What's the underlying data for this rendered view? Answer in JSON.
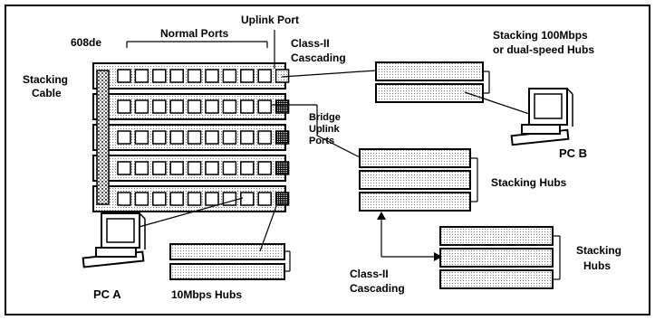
{
  "labels": {
    "model": "608de",
    "normal_ports": "Normal Ports",
    "uplink_port": "Uplink Port",
    "class2_cascading_top_1": "Class-II",
    "class2_cascading_top_2": "Cascading",
    "stacking_cable_1": "Stacking",
    "stacking_cable_2": "Cable",
    "stacking_100_1": "Stacking 100Mbps",
    "stacking_100_2": "or dual-speed Hubs",
    "bridge_uplink_1": "Bridge",
    "bridge_uplink_2": "Uplink",
    "bridge_uplink_3": "Ports",
    "pc_b": "PC B",
    "stacking_hubs_mid": "Stacking Hubs",
    "stacking_hubs_right_1": "Stacking",
    "stacking_hubs_right_2": "Hubs",
    "class2_cascading_bottom_1": "Class-II",
    "class2_cascading_bottom_2": "Cascading",
    "pc_a": "PC A",
    "hubs_10mbps": "10Mbps Hubs"
  }
}
